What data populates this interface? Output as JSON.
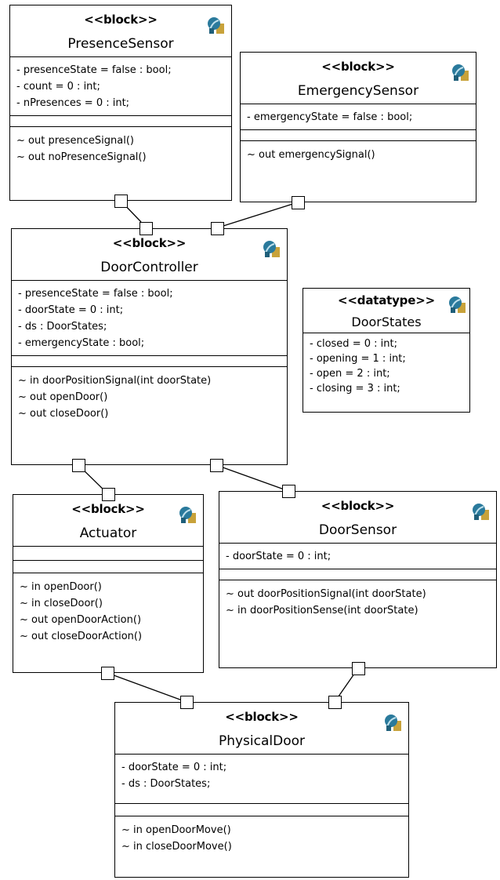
{
  "blocks": {
    "presence_sensor": {
      "stereotype": "<<block>>",
      "name": "PresenceSensor",
      "attributes": [
        "- presenceState = false : bool;",
        "- count = 0 : int;",
        "- nPresences = 0 : int;"
      ],
      "operations": [
        "~ out presenceSignal()",
        "~ out noPresenceSignal()"
      ]
    },
    "emergency_sensor": {
      "stereotype": "<<block>>",
      "name": "EmergencySensor",
      "attributes": [
        "- emergencyState = false : bool;"
      ],
      "operations": [
        "~ out emergencySignal()"
      ]
    },
    "door_controller": {
      "stereotype": "<<block>>",
      "name": "DoorController",
      "attributes": [
        "- presenceState = false : bool;",
        "- doorState = 0 : int;",
        "- ds : DoorStates;",
        "- emergencyState : bool;"
      ],
      "operations": [
        "~ in doorPositionSignal(int doorState)",
        "~ out openDoor()",
        "~ out closeDoor()"
      ]
    },
    "door_states": {
      "stereotype": "<<datatype>>",
      "name": "DoorStates",
      "attributes": [
        "- closed = 0 : int;",
        "- opening = 1 : int;",
        "- open = 2 : int;",
        "- closing = 3 : int;"
      ]
    },
    "actuator": {
      "stereotype": "<<block>>",
      "name": "Actuator",
      "attributes": [],
      "operations": [
        "~ in openDoor()",
        "~ in closeDoor()",
        "~ out openDoorAction()",
        "~ out closeDoorAction()"
      ]
    },
    "door_sensor": {
      "stereotype": "<<block>>",
      "name": "DoorSensor",
      "attributes": [
        "- doorState = 0 : int;"
      ],
      "operations": [
        "~ out doorPositionSignal(int doorState)",
        "~ in doorPositionSense(int doorState)"
      ]
    },
    "physical_door": {
      "stereotype": "<<block>>",
      "name": "PhysicalDoor",
      "attributes": [
        "- doorState = 0 : int;",
        "- ds : DoorStates;"
      ],
      "operations": [
        "~ in openDoorMove()",
        "~ in closeDoorMove()"
      ]
    }
  },
  "icon": "class-icon",
  "colors": {
    "line": "#000000",
    "background": "#ffffff",
    "icon_primary": "#2a7a9c",
    "icon_accent": "#c8a23a"
  }
}
